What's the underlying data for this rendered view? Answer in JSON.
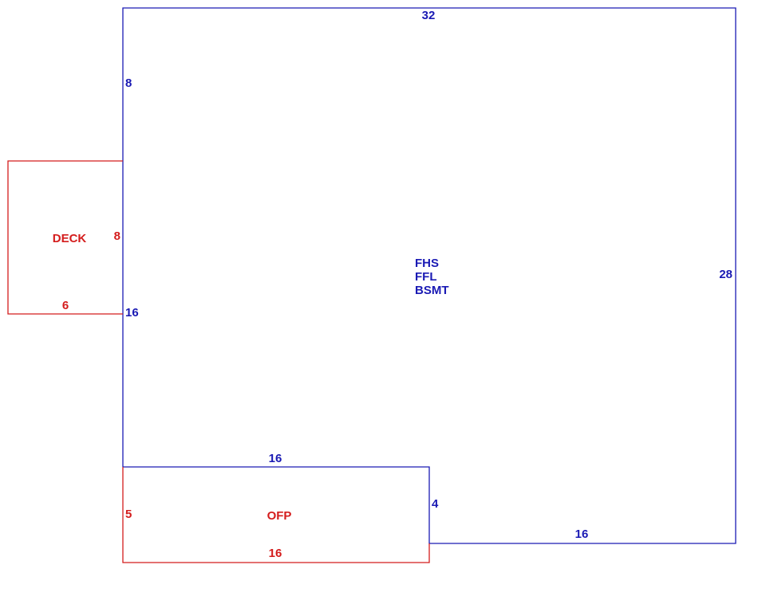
{
  "colors": {
    "main_structure": "#1a1ab4",
    "addition": "#d41c1c"
  },
  "main": {
    "labels": [
      "FHS",
      "FFL",
      "BSMT"
    ],
    "dims": {
      "top": "32",
      "left_upper": "8",
      "left_mid": "16",
      "right": "28",
      "notch_top": "16",
      "notch_right": "4",
      "bottom": "16"
    }
  },
  "deck": {
    "label": "DECK",
    "dims": {
      "right": "8",
      "bottom": "6"
    }
  },
  "ofp": {
    "label": "OFP",
    "dims": {
      "left": "5",
      "bottom": "16"
    }
  }
}
